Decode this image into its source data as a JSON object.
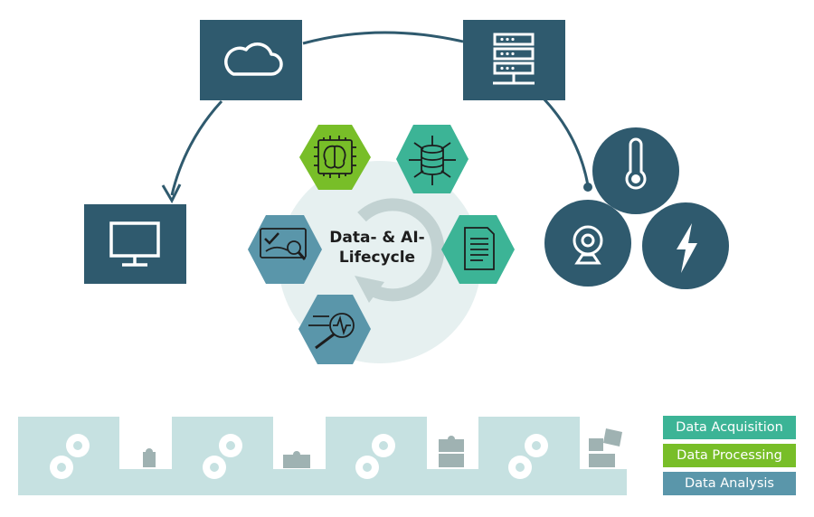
{
  "center": {
    "title_line1": "Data- & AI-",
    "title_line2": "Lifecycle"
  },
  "legend": [
    {
      "label": "Data Acquisition",
      "color": "#3cb496"
    },
    {
      "label": "Data Processing",
      "color": "#78be28"
    },
    {
      "label": "Data Analysis",
      "color": "#5a96aa"
    }
  ],
  "colors": {
    "dark_node": "#2f5a6e",
    "pale_tile": "#c6e1e1",
    "pale_gear": "#ffffff",
    "puzzle": "#9fb2b2"
  },
  "icons": {
    "top_left": "cloud-icon",
    "top_right": "server-icon",
    "left": "monitor-icon",
    "sensors": [
      "thermometer-icon",
      "webcam-icon",
      "lightning-icon"
    ],
    "hexagons": [
      "ai-chip-icon",
      "database-network-icon",
      "document-icon",
      "chart-check-icon",
      "signal-analysis-icon"
    ]
  }
}
